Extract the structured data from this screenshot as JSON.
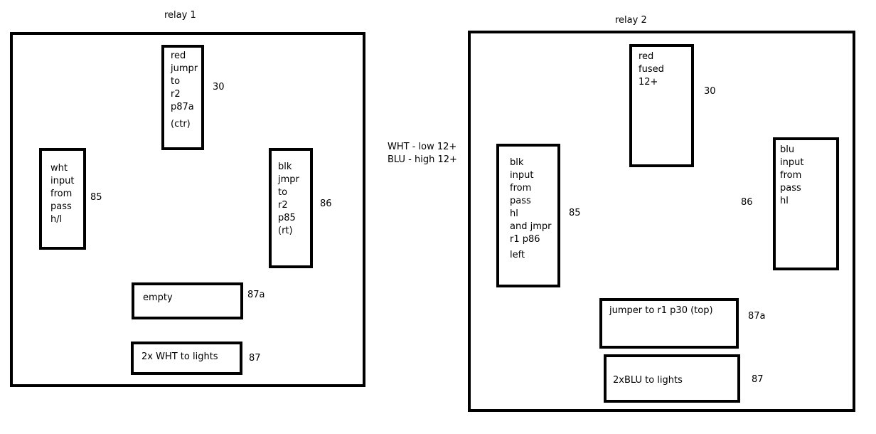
{
  "relay1": {
    "title": "relay 1",
    "pins": [
      {
        "id": "p30",
        "number": "30",
        "lines": [
          "red",
          "jumpr",
          "to",
          "r2",
          "p87a",
          "(ctr)"
        ]
      },
      {
        "id": "p85",
        "number": "85",
        "lines": [
          "wht",
          "input",
          "from",
          "pass",
          "h/l"
        ]
      },
      {
        "id": "p86",
        "number": "86",
        "lines": [
          "blk",
          "jmpr",
          "to",
          "r2",
          "p85",
          "(rt)"
        ]
      },
      {
        "id": "p87a",
        "number": "87a",
        "lines": [
          "empty"
        ]
      },
      {
        "id": "p87",
        "number": "87",
        "lines": [
          "2x WHT to lights"
        ]
      }
    ]
  },
  "relay2": {
    "title": "relay 2",
    "pins": [
      {
        "id": "p30",
        "number": "30",
        "lines": [
          "red",
          "fused",
          "12+"
        ]
      },
      {
        "id": "p85",
        "number": "85",
        "lines": [
          "blk",
          "input",
          "from",
          "pass",
          "hl",
          "and jmpr",
          "r1  p86",
          "left"
        ]
      },
      {
        "id": "p86",
        "number": "86",
        "lines": [
          "blu",
          "input",
          "from",
          "pass",
          "hl"
        ]
      },
      {
        "id": "p87a",
        "number": "87a",
        "lines": [
          "jumper to r1 p30 (top)"
        ]
      },
      {
        "id": "p87",
        "number": "87",
        "lines": [
          "2xBLU to lights"
        ]
      }
    ]
  },
  "legend": [
    "WHT - low 12+",
    "BLU - high 12+"
  ]
}
